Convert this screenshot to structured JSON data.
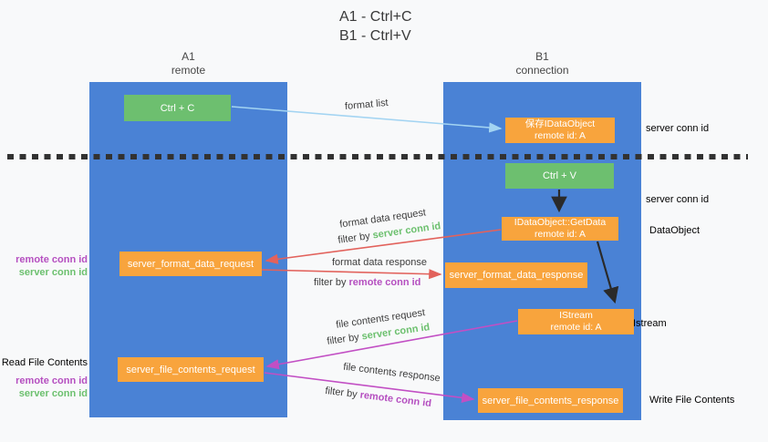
{
  "title": {
    "line1": "A1 - Ctrl+C",
    "line2": "B1 - Ctrl+V"
  },
  "lanes": {
    "left": {
      "name": "A1",
      "role": "remote"
    },
    "right": {
      "name": "B1",
      "role": "connection"
    }
  },
  "nodes": {
    "ctrl_c": {
      "label": "Ctrl + C"
    },
    "ctrl_v": {
      "label": "Ctrl + V"
    },
    "save_idataobject": {
      "line1": "保存IDataObject",
      "line2": "remote id: A"
    },
    "getdata": {
      "line1": "IDataObject::GetData",
      "line2": "remote id: A"
    },
    "istream_node": {
      "line1": "IStream",
      "line2": "remote id: A"
    },
    "format_request": {
      "label": "server_format_data_request"
    },
    "format_response": {
      "label": "server_format_data_response"
    },
    "file_request": {
      "label": "server_file_contents_request"
    },
    "file_response": {
      "label": "server_file_contents_response"
    }
  },
  "flow_labels": {
    "format_list": "format list",
    "format_data_request": "format data request",
    "format_data_response": "format data response",
    "file_contents_request": "file contents request",
    "file_contents_response": "file contents response",
    "filter_by": "filter by",
    "server_conn_id": "server conn id",
    "remote_conn_id": "remote conn id"
  },
  "side_labels": {
    "left_remote_conn_id": "remote conn id",
    "left_server_conn_id": "server conn id",
    "read_file_contents": "Read File Contents",
    "left_remote_conn_id_2": "remote conn id",
    "left_server_conn_id_2": "server conn id",
    "right_server_conn_id_top": "server conn id",
    "right_server_conn_id_mid": "server conn id",
    "dataobject": "DataObject",
    "istream": "Istream",
    "write_file_contents": "Write File Contents"
  },
  "colors": {
    "lane_blue": "#4a82d5",
    "node_green": "#6dbf6f",
    "node_orange": "#f8a43d",
    "arrow_lightblue": "#a3d4f2",
    "arrow_red": "#e2625c",
    "arrow_magenta": "#c24fc4",
    "arrow_black": "#2a2a2a",
    "label_green": "#6cc06e",
    "label_purple": "#b54fc0",
    "text_dark": "#3d3d3d"
  }
}
